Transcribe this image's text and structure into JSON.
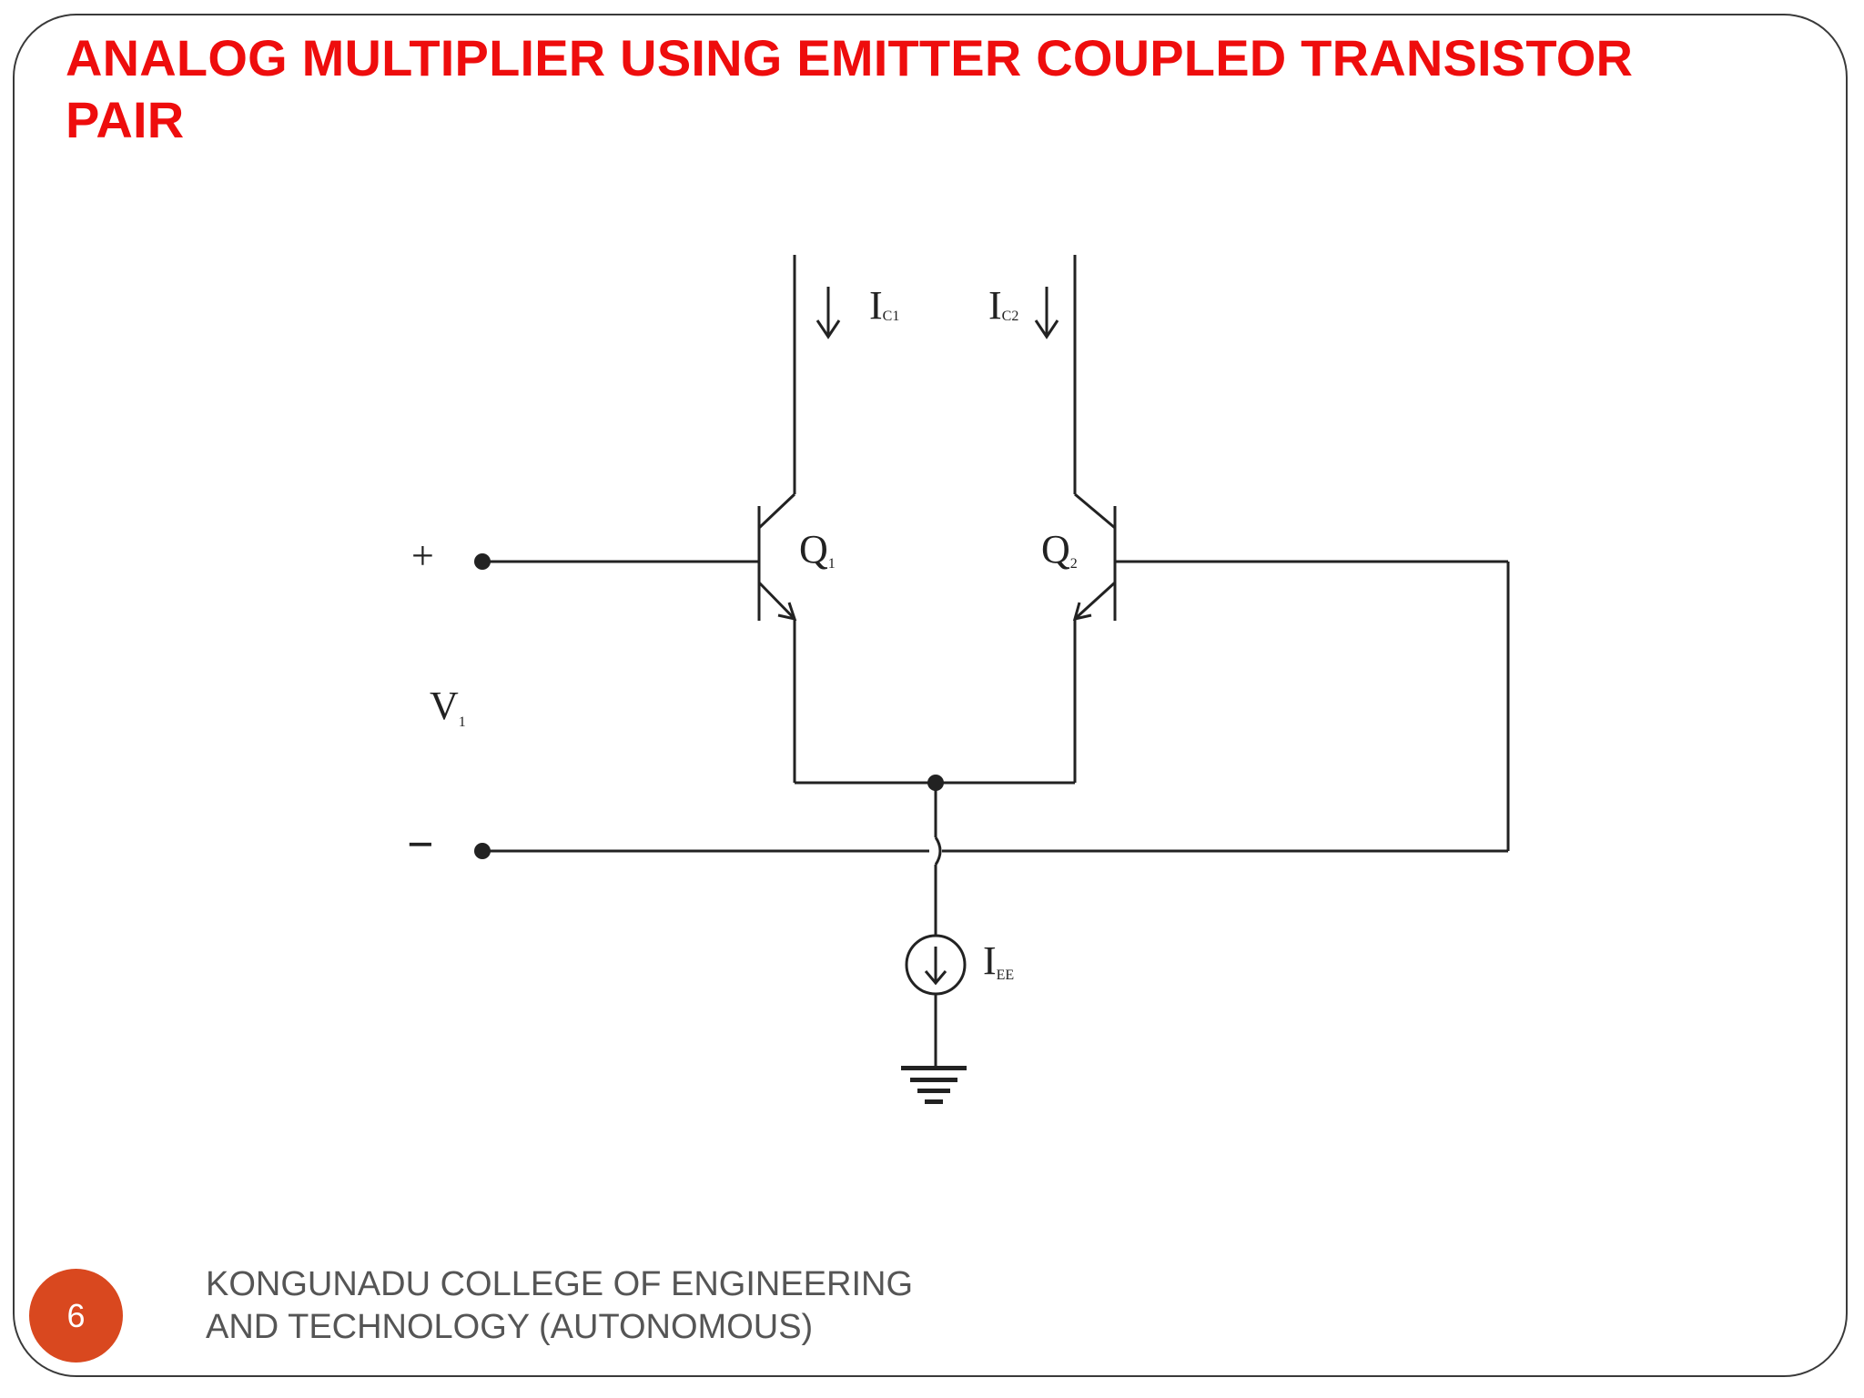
{
  "slide": {
    "title_line1": "ANALOG MULTIPLIER USING EMITTER COUPLED TRANSISTOR",
    "title_line2": "PAIR",
    "page_number": "6",
    "footer_line1": "KONGUNADU COLLEGE OF ENGINEERING",
    "footer_line2": "AND TECHNOLOGY (AUTONOMOUS)",
    "title_color": "#ee0d0d",
    "badge_color": "#d9481f"
  },
  "diagram": {
    "plus_sign": "+",
    "minus_sign": "−",
    "v1": {
      "main": "V",
      "sub": "1"
    },
    "q1": {
      "main": "Q",
      "sub": "1"
    },
    "q2": {
      "main": "Q",
      "sub": "2"
    },
    "ic1": {
      "main": "I",
      "sub": "C1"
    },
    "ic2": {
      "main": "I",
      "sub": "C2"
    },
    "iee": {
      "main": "I",
      "sub": "EE"
    }
  }
}
